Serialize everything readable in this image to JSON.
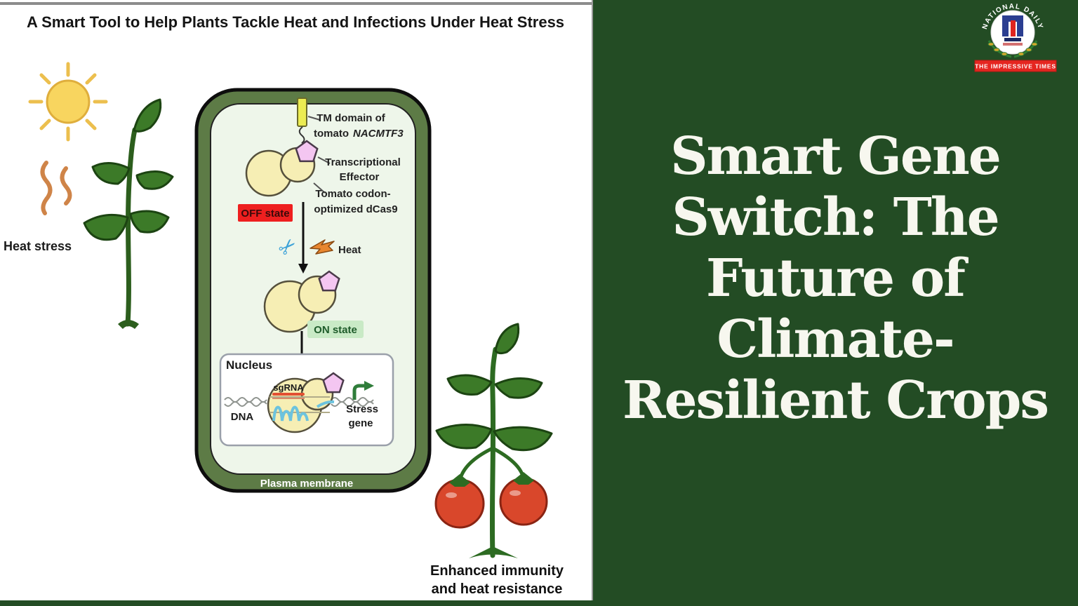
{
  "background_color": "#234c24",
  "masthead": {
    "arc_text": "NATIONAL DAILY",
    "banner_text": "THE IMPRESSIVE TIMES"
  },
  "headline": {
    "line1": "Smart Gene",
    "line2": "Switch: The",
    "line3": "Future of",
    "line4": "Climate-",
    "line5": "Resilient Crops",
    "color": "#f7f7ef"
  },
  "diagram": {
    "title": "A Smart Tool to Help Plants Tackle Heat and Infections Under Heat Stress",
    "heat_stress_label": "Heat stress",
    "labels": {
      "tm_line1": "TM domain of",
      "tm_line2a": "tomato",
      "tm_line2b": "NACMTF3",
      "effector_line1": "Transcriptional",
      "effector_line2": "Effector",
      "dcas9_line1": "Tomato codon-",
      "dcas9_line2": "optimized dCas9",
      "off_state": "OFF state",
      "heat": "Heat",
      "on_state": "ON state",
      "nucleus": "Nucleus",
      "sgrna": "sgRNA",
      "dna": "DNA",
      "stress_gene_line1": "Stress",
      "stress_gene_line2": "gene",
      "plasma_membrane": "Plasma membrane",
      "result_line1": "Enhanced immunity",
      "result_line2": "and heat resistance"
    },
    "colors": {
      "membrane": "#5d7b46",
      "cell_fill": "#eef6ea",
      "off_bg": "#ee1f1f",
      "on_bg": "#c9eac6",
      "blob": "#f6eeb4",
      "pentagon": "#f4c6f1",
      "sun": "#f8d55f",
      "heat_wave": "#cf8448",
      "tomato": "#d9472b",
      "plant_green": "#3c7a28",
      "scissors": "#3fa3d8",
      "heat_bolt": "#e8862f",
      "stress_arrow": "#2f7d3a",
      "sgrna_bar": "#e25032"
    }
  }
}
